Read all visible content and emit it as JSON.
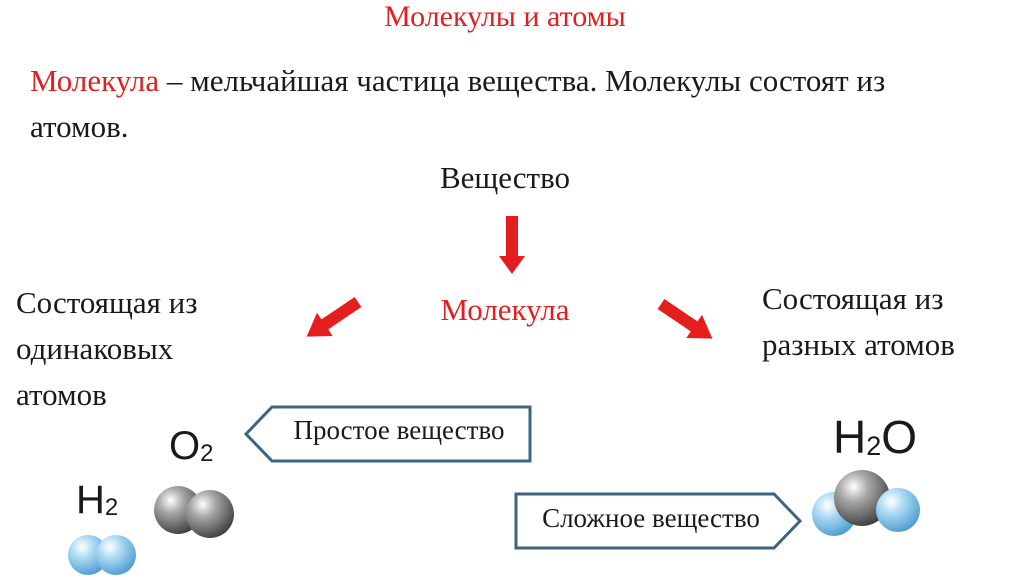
{
  "title": "Молекулы и атомы",
  "definition": {
    "term": "Молекула",
    "rest": " – мельчайшая частица вещества. Молекулы состоят из атомов."
  },
  "diagram": {
    "top_label": "Вещество",
    "center_label": "Молекула",
    "left_label": [
      "Состоящая из",
      "одинаковых",
      "атомов"
    ],
    "right_label": [
      "Состоящая из",
      "разных атомов"
    ],
    "simple_box": "Простое вещество",
    "complex_box": "Сложное вещество"
  },
  "molecules": {
    "h2": {
      "element": "H",
      "index": "2"
    },
    "o2": {
      "element": "O",
      "index": "2"
    },
    "h2o": {
      "element1": "H",
      "index": "2",
      "element2": "O"
    }
  },
  "colors": {
    "accent_red": "#e41e1e",
    "arrow_border": "#3d6482",
    "oxygen_gray": "#888888",
    "hydrogen_blue": "#9cd0ee"
  }
}
